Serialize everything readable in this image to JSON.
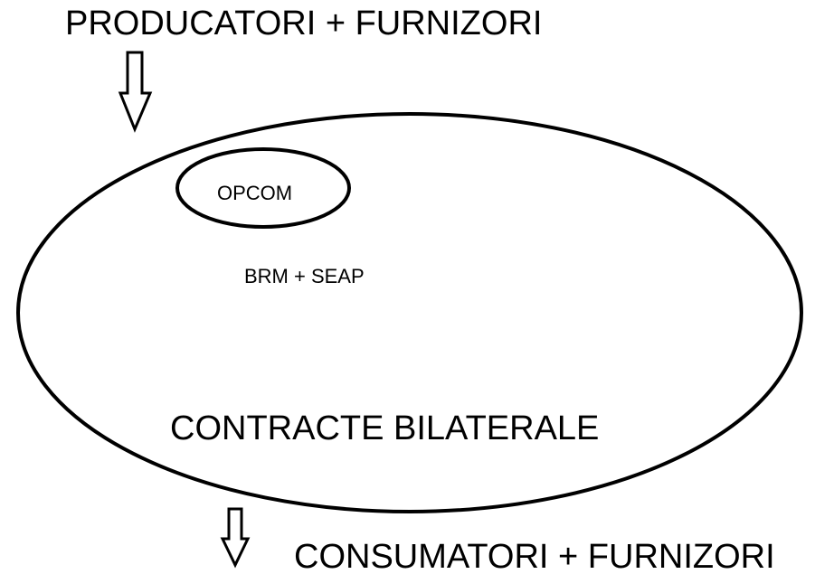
{
  "diagram": {
    "top_label": "PRODUCATORI + FURNIZORI",
    "bottom_label": "CONSUMATORI + FURNIZORI",
    "inner_label": "OPCOM",
    "middle_label": "BRM + SEAP",
    "outer_label": "CONTRACTE BILATERALE"
  },
  "colors": {
    "stroke": "#000000",
    "background": "#ffffff"
  }
}
